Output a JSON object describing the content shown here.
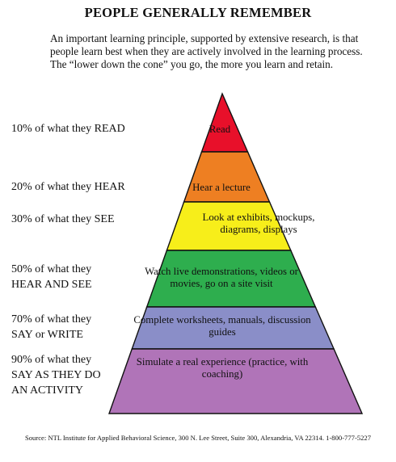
{
  "title": "PEOPLE GENERALLY REMEMBER",
  "intro": "An important learning principle, supported by extensive research, is that people learn best when they are actively involved in the learning process. The “lower down the cone” you go, the more you learn and retain.",
  "levels": [
    {
      "label": "10% of what they READ",
      "tier": "Read",
      "color": "#e8102a"
    },
    {
      "label": "20% of what they HEAR",
      "tier": "Hear a lecture",
      "color": "#ee7f22"
    },
    {
      "label": "30% of what they SEE",
      "tier": "Look at exhibits, mockups, diagrams, displays",
      "color": "#f7ee1a"
    },
    {
      "label": "50% of what they HEAR AND SEE",
      "tier": "Watch live demonstrations, videos or movies, go on a site visit",
      "color": "#2eae4e"
    },
    {
      "label": "70% of what they SAY or WRITE",
      "tier": "Complete worksheets, manuals, discussion guides",
      "color": "#8a8ec8"
    },
    {
      "label": "90% of what they SAY AS THEY DO AN ACTIVITY",
      "tier": "Simulate a real experience (practice, with coaching)",
      "color": "#b074b8"
    }
  ],
  "source": "Source: NTL Institute for Applied Behavioral Science, 300 N. Lee Street, Suite 300, Alexandria, VA 22314. 1-800-777-5227"
}
